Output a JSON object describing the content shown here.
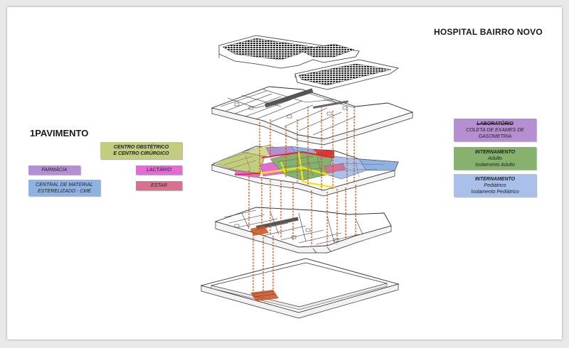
{
  "header": {
    "title": "HOSPITAL BAIRRO NOVO"
  },
  "floor_label": "1PAVIMENTO",
  "legend_left": [
    {
      "line1": "CENTRO OBSTÉTRICO",
      "line2": "E CENTRO CIRÚRGICO",
      "color": "#c4cc7e"
    },
    {
      "line1": "FARMÁCIA",
      "color": "#b58fd2"
    },
    {
      "line1": "LACTÁRIO",
      "color": "#e56ad2"
    },
    {
      "line1": "CENTRAL DE MATERIAL",
      "line2": "ESTERELIZADO - CME",
      "color": "#8fb2e2"
    },
    {
      "line1": "ESTAR",
      "color": "#d9708f"
    }
  ],
  "legend_right": [
    {
      "line1": "LABORATÓRIO",
      "line2": "COLETA DE EXAMES DE",
      "line3": "GASOMETRIA",
      "color": "#b58fd2"
    },
    {
      "line1": "INTERNAMENTO",
      "line2": "Adulto",
      "line3": "Isolamento Adulto",
      "color": "#86b26e"
    },
    {
      "line1": "INTERNAMENTO",
      "line2": "Pediátrico",
      "line3": "Isolamento Pediátrico",
      "color": "#a8c0ea"
    }
  ],
  "colors": {
    "connector": "#c8501e",
    "corridor_yellow": "#f2e21a",
    "corridor_red": "#e02424",
    "outline": "#2a2a2a"
  }
}
